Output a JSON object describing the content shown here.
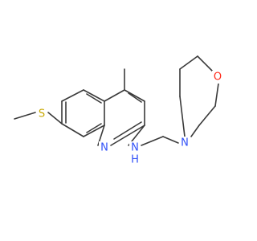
{
  "molecule": {
    "atoms": {
      "s": {
        "label": "S",
        "color": "#c8a800"
      },
      "n_ring": {
        "label": "N",
        "color": "#3050f8"
      },
      "n_amine": {
        "label": "N",
        "color": "#3050f8"
      },
      "h_amine": {
        "label": "H",
        "color": "#3050f8"
      },
      "n_morph": {
        "label": "N",
        "color": "#3050f8"
      },
      "o_morph": {
        "label": "O",
        "color": "#ff2a1a"
      }
    },
    "bond_color": "#3a3a3a"
  }
}
